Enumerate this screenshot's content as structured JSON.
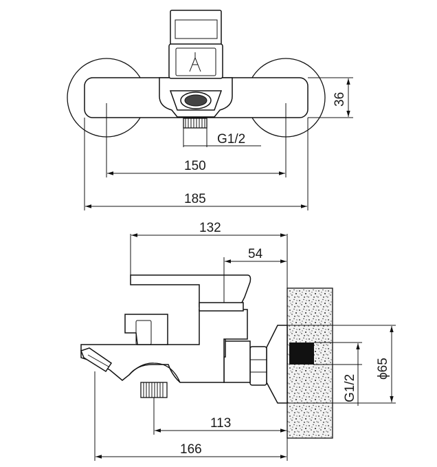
{
  "top_view": {
    "dims": {
      "height": "36",
      "inlet_thread": "G1/2",
      "center_distance": "150",
      "overall_width": "185"
    }
  },
  "side_view": {
    "dims": {
      "lever_reach": "132",
      "lever_to_wall": "54",
      "spout_to_wall": "113",
      "overall_depth": "166",
      "inlet_thread": "G1/2",
      "flange_diameter": "ϕ65"
    }
  }
}
